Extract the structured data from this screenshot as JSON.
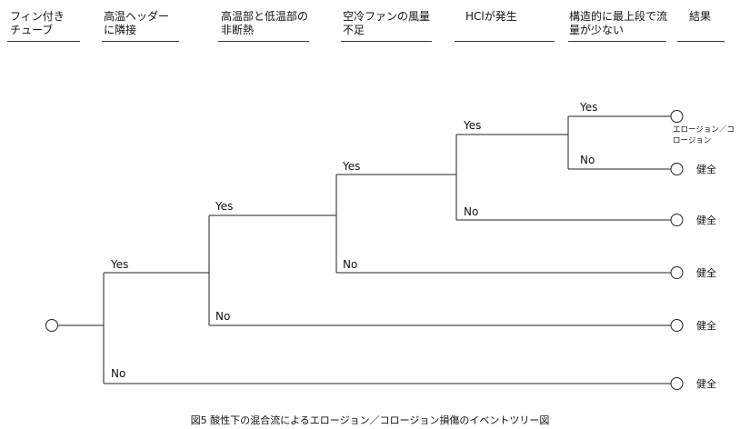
{
  "headers": [
    "フィン付き\nチューブ",
    "高温ヘッダー\nに隣接",
    "高温部と低温部の\n非断熱",
    "空冷ファンの風量\n不足",
    "HClが発生",
    "構造的に最上段で流\n量が少ない",
    "結果"
  ],
  "branches": {
    "yes": "Yes",
    "no": "No"
  },
  "outcomes": {
    "erosion_line1": "エロージョン／コ",
    "erosion_line2": "ロージョン",
    "healthy": "健全"
  },
  "caption": "図5  酸性下の混合流によるエロージョン／コロージョン損傷のイベントツリー図"
}
